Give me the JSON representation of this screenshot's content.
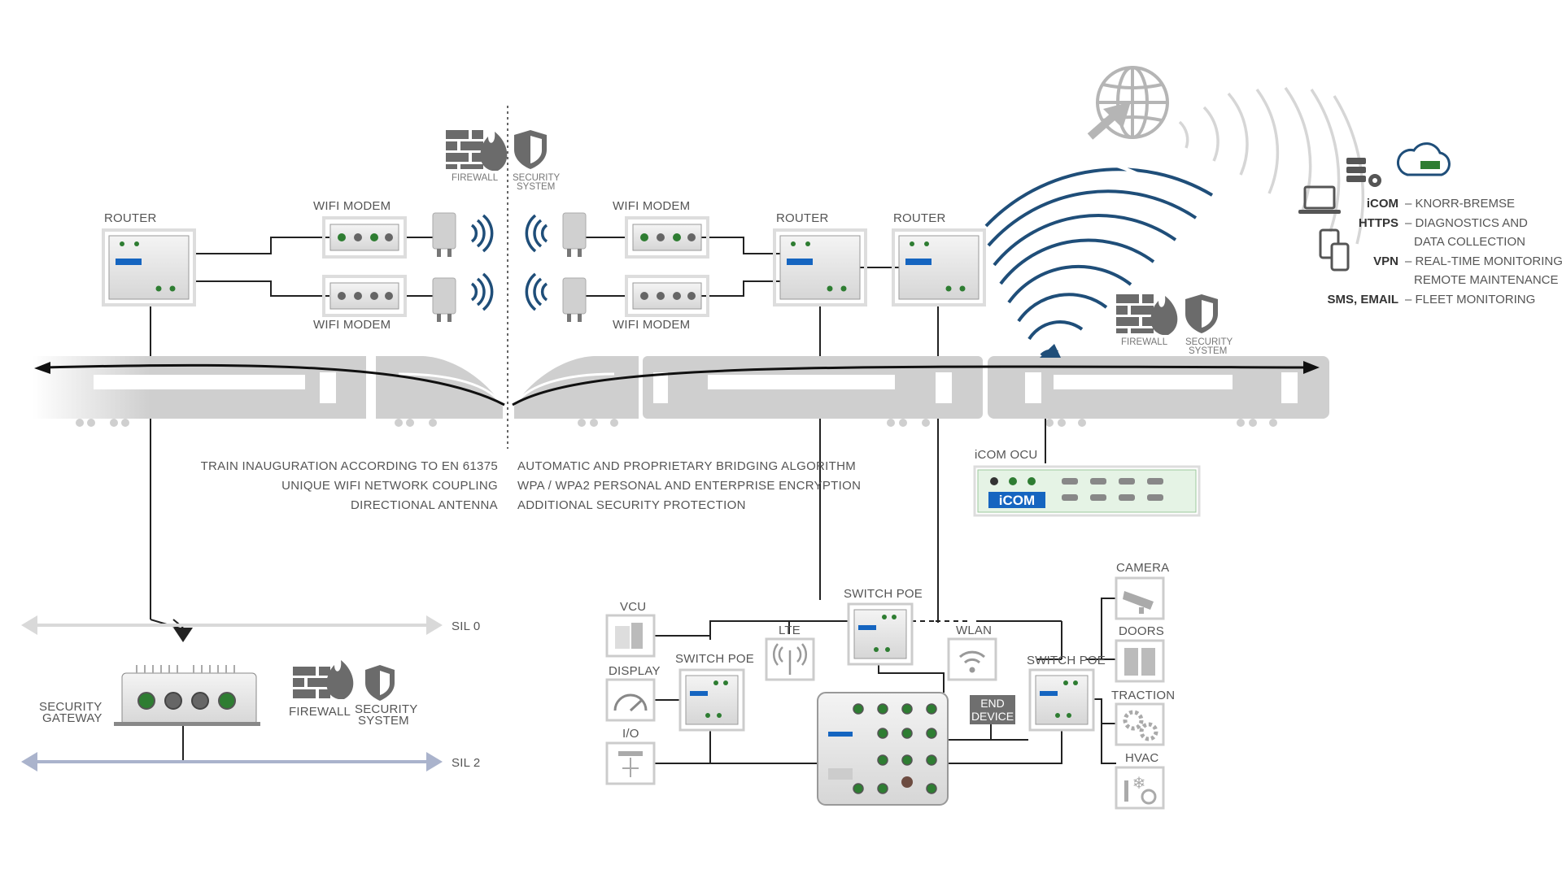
{
  "labels": {
    "router": "ROUTER",
    "wifi_modem": "WIFI MODEM",
    "firewall": "FIREWALL",
    "security_system_1": "SECURITY",
    "security_system_2": "SYSTEM",
    "icom_ocu": "iCOM OCU",
    "icom_logo": "iCOM",
    "security_gateway_1": "SECURITY",
    "security_gateway_2": "GATEWAY",
    "sil0": "SIL 0",
    "sil2": "SIL 2",
    "vcu": "VCU",
    "display": "DISPLAY",
    "io": "I/O",
    "lte": "LTE",
    "switch_poe": "SWITCH POE",
    "wlan": "WLAN",
    "end_device_1": "END",
    "end_device_2": "DEVICE",
    "camera": "CAMERA",
    "doors": "DOORS",
    "traction": "TRACTION",
    "hvac": "HVAC"
  },
  "features_left": [
    "TRAIN INAUGURATION ACCORDING TO EN 61375",
    "UNIQUE WIFI NETWORK COUPLING",
    "DIRECTIONAL ANTENNA"
  ],
  "features_right": [
    "AUTOMATIC AND PROPRIETARY BRIDGING ALGORITHM",
    "WPA / WPA2 PERSONAL AND ENTERPRISE ENCRYPTION",
    "ADDITIONAL SECURITY PROTECTION"
  ],
  "services": [
    {
      "key": "iCOM",
      "lines": [
        "– KNORR-BREMSE"
      ]
    },
    {
      "key": "HTTPS",
      "lines": [
        "– DIAGNOSTICS AND",
        "DATA COLLECTION"
      ]
    },
    {
      "key": "VPN",
      "lines": [
        "– REAL-TIME MONITORING,",
        "REMOTE MAINTENANCE"
      ]
    },
    {
      "key": "SMS, EMAIL",
      "lines": [
        "– FLEET MONITORING"
      ]
    }
  ],
  "colors": {
    "train": "#cfcfcf",
    "sil0_arrow": "#d9d9d9",
    "sil2_arrow": "#aab3cc",
    "wifi_blue": "#1f4e79",
    "device_green": "#2e7d32",
    "icom_blue": "#1565c0"
  },
  "icons": [
    "globe-icon",
    "cloud-icon",
    "server-gear-icon",
    "laptop-icon",
    "mobile-devices-icon",
    "firewall-icon",
    "shield-icon",
    "antenna-icon",
    "wifi-icon",
    "gauge-icon"
  ]
}
